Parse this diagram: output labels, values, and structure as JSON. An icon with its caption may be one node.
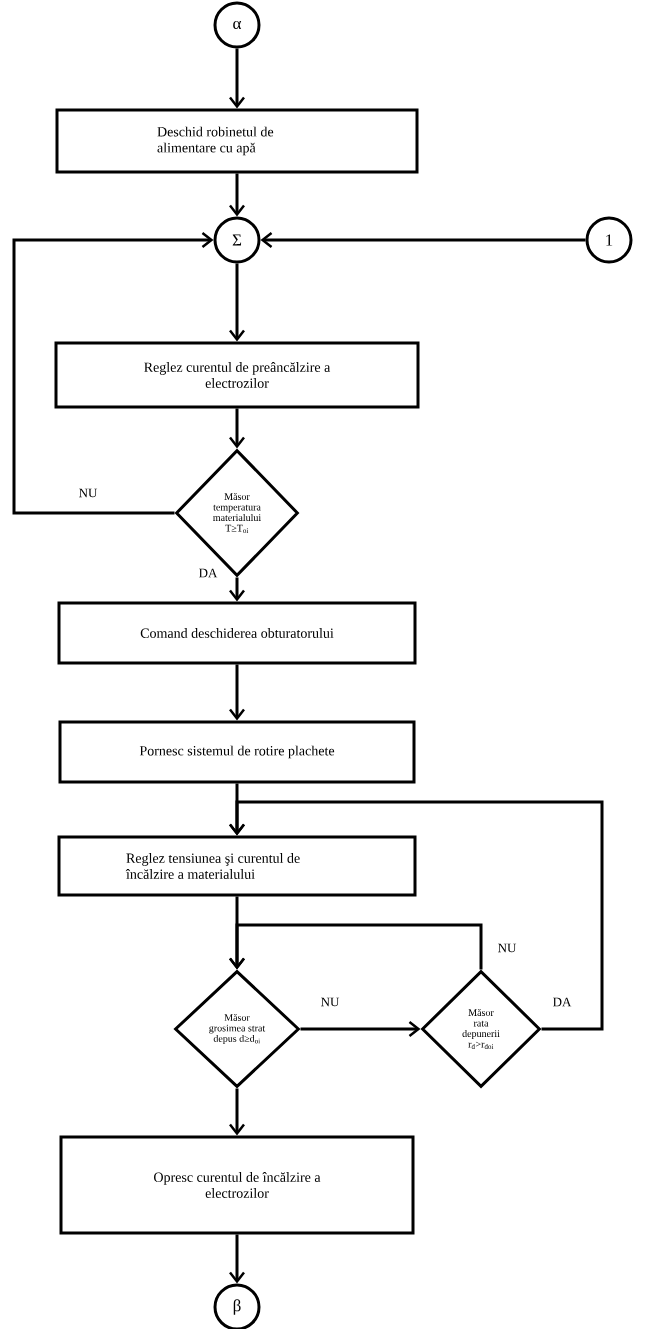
{
  "diagram": {
    "nodes": [
      {
        "text": [
          "α"
        ]
      },
      {
        "text": [
          "Deschid robinetul de alimentare cu apă"
        ]
      },
      {
        "text": [
          "Σ"
        ]
      },
      {
        "text": [
          "1"
        ]
      },
      {
        "text": [
          "Reglez curentul de preâncălzire a electrozilor"
        ]
      },
      {
        "text": [
          "Măsor temperatura materialului T≥T$_{oi}$"
        ]
      },
      {
        "text": [
          "Comand deschiderea obturatorului"
        ]
      },
      {
        "text": [
          "Pornesc sistemul de rotire plachete"
        ]
      },
      {
        "text": [
          "Reglez tensiunea şi curentul de încălzire a materialului"
        ]
      },
      {
        "text": [
          "Măsor grosimea strat depus d≥d$_{oi}$"
        ]
      },
      {
        "text": [
          "Măsor rata depunerii r$_{d}$>r$_{doi}$"
        ]
      },
      {
        "text": [
          "Opresc curentul de încălzire a electrozilor"
        ]
      },
      {
        "text": [
          "β"
        ]
      }
    ],
    "edges": [
      {
        "from": 0,
        "to": 1,
        "arrow": "to"
      },
      {
        "from": 1,
        "to": 2,
        "arrow": "to"
      },
      {
        "from": 3,
        "to": 2,
        "arrow": "to"
      },
      {
        "from": 5,
        "to": 2,
        "arrow": "to",
        "label": "NU"
      },
      {
        "from": 2,
        "to": 4,
        "arrow": "to"
      },
      {
        "from": 4,
        "to": 5,
        "arrow": "to"
      },
      {
        "from": 5,
        "to": 6,
        "arrow": "to",
        "label": "DA"
      },
      {
        "from": 6,
        "to": 7,
        "arrow": "to"
      },
      {
        "from": 7,
        "to": 8,
        "arrow": "to"
      },
      {
        "from": 8,
        "to": 9,
        "arrow": "to"
      },
      {
        "from": 9,
        "to": 10,
        "arrow": "to",
        "label": "NU"
      },
      {
        "from": 10,
        "to": 9,
        "arrow": "to",
        "label": "NU"
      },
      {
        "from": 10,
        "to": 8,
        "arrow": "to",
        "label": "DA"
      },
      {
        "from": 9,
        "to": 11,
        "arrow": "to"
      },
      {
        "from": 11,
        "to": 12,
        "arrow": "to"
      }
    ]
  }
}
